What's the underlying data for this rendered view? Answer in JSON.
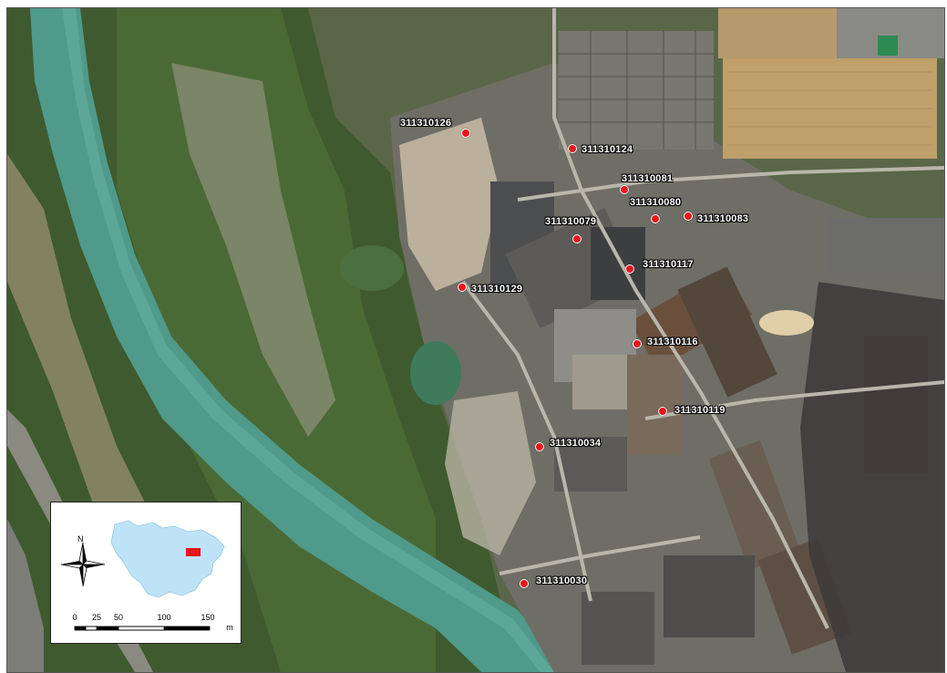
{
  "map": {
    "north_label": "N",
    "scale": {
      "ticks": [
        "0",
        "25",
        "50",
        "100",
        "150"
      ],
      "unit": "m"
    },
    "colors": {
      "point": "#e8151b",
      "label_text": "#ffffff",
      "river": "#4f9a8a",
      "inset_region": "#bfe3f6",
      "inset_marker": "#e8151b"
    },
    "points": [
      {
        "id": "311310126",
        "label": "311310126"
      },
      {
        "id": "311310124",
        "label": "311310124"
      },
      {
        "id": "311310081",
        "label": "311310081"
      },
      {
        "id": "311310080",
        "label": "311310080"
      },
      {
        "id": "311310083",
        "label": "311310083"
      },
      {
        "id": "311310079",
        "label": "311310079"
      },
      {
        "id": "311310117",
        "label": "311310117"
      },
      {
        "id": "311310129",
        "label": "311310129"
      },
      {
        "id": "311310116",
        "label": "311310116"
      },
      {
        "id": "311310119",
        "label": "311310119"
      },
      {
        "id": "311310034",
        "label": "311310034"
      },
      {
        "id": "311310030",
        "label": "311310030"
      }
    ]
  }
}
